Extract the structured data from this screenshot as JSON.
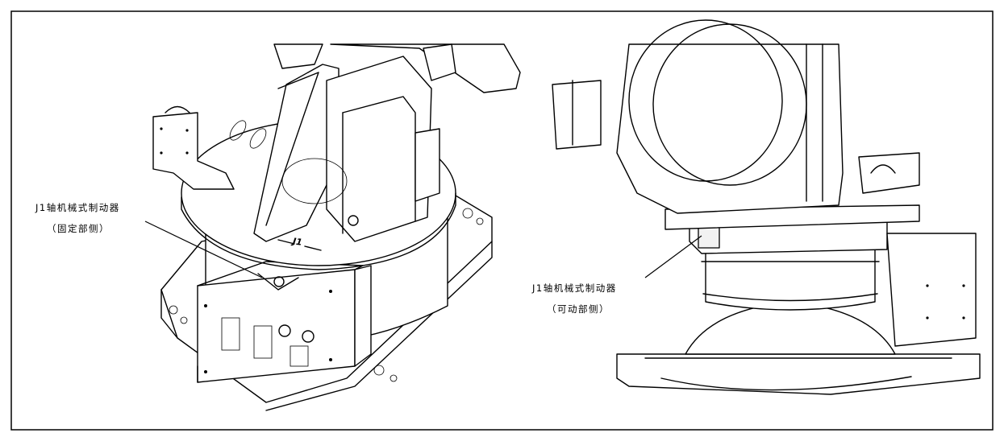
{
  "left_callout": {
    "line1": "J1轴机械式制动器",
    "line2": "（固定部侧）"
  },
  "right_callout": {
    "line1": "J1轴机械式制动器",
    "line2": "（可动部侧）"
  },
  "left_axis_marking": "J1"
}
